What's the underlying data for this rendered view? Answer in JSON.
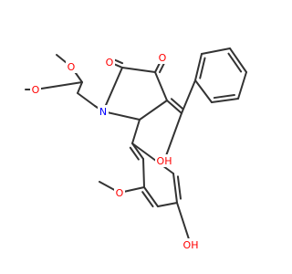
{
  "molecule": {
    "atoms": [
      {
        "id": "O_top_left",
        "label": "O",
        "color": "#ff0000"
      },
      {
        "id": "O_mid_left",
        "label": "O",
        "color": "#ff0000"
      },
      {
        "id": "O_ketone_2",
        "label": "O",
        "color": "#ff0000"
      },
      {
        "id": "O_ketone_3",
        "label": "O",
        "color": "#ff0000"
      },
      {
        "id": "N_ring",
        "label": "N",
        "color": "#0000ff"
      },
      {
        "id": "OH_enol",
        "label": "OH",
        "color": "#ff0000"
      },
      {
        "id": "O_methoxy_aryl",
        "label": "O",
        "color": "#ff0000"
      },
      {
        "id": "OH_phenol",
        "label": "OH",
        "color": "#ff0000"
      }
    ]
  }
}
